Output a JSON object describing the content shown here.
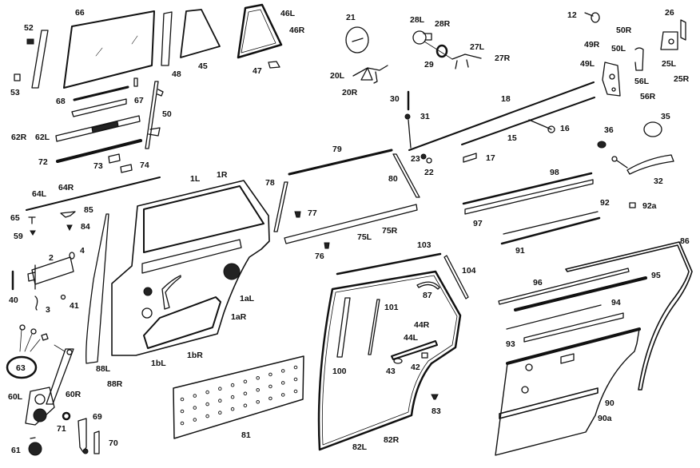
{
  "diagram": {
    "title": "Rear door exploded parts diagram",
    "highlight_color": "#000000",
    "callouts": [
      {
        "id": "66",
        "label": "66"
      },
      {
        "id": "52",
        "label": "52"
      },
      {
        "id": "53",
        "label": "53"
      },
      {
        "id": "45",
        "label": "45"
      },
      {
        "id": "48",
        "label": "48"
      },
      {
        "id": "68",
        "label": "68"
      },
      {
        "id": "67",
        "label": "67"
      },
      {
        "id": "50",
        "label": "50"
      },
      {
        "id": "62R",
        "label": "62R"
      },
      {
        "id": "62L",
        "label": "62L"
      },
      {
        "id": "72",
        "label": "72"
      },
      {
        "id": "73",
        "label": "73"
      },
      {
        "id": "74",
        "label": "74"
      },
      {
        "id": "46L",
        "label": "46L"
      },
      {
        "id": "46R",
        "label": "46R"
      },
      {
        "id": "47",
        "label": "47"
      },
      {
        "id": "21",
        "label": "21"
      },
      {
        "id": "20L",
        "label": "20L"
      },
      {
        "id": "20R",
        "label": "20R"
      },
      {
        "id": "28L",
        "label": "28L"
      },
      {
        "id": "28R",
        "label": "28R"
      },
      {
        "id": "29",
        "label": "29"
      },
      {
        "id": "27L",
        "label": "27L"
      },
      {
        "id": "27R",
        "label": "27R"
      },
      {
        "id": "12",
        "label": "12"
      },
      {
        "id": "26",
        "label": "26"
      },
      {
        "id": "50R",
        "label": "50R"
      },
      {
        "id": "50L",
        "label": "50L"
      },
      {
        "id": "49R",
        "label": "49R"
      },
      {
        "id": "49L",
        "label": "49L"
      },
      {
        "id": "25L",
        "label": "25L"
      },
      {
        "id": "25R",
        "label": "25R"
      },
      {
        "id": "56L",
        "label": "56L"
      },
      {
        "id": "56R",
        "label": "56R"
      },
      {
        "id": "30",
        "label": "30"
      },
      {
        "id": "31",
        "label": "31"
      },
      {
        "id": "18",
        "label": "18"
      },
      {
        "id": "16",
        "label": "16"
      },
      {
        "id": "15",
        "label": "15"
      },
      {
        "id": "17",
        "label": "17"
      },
      {
        "id": "23",
        "label": "23"
      },
      {
        "id": "22",
        "label": "22"
      },
      {
        "id": "35",
        "label": "35"
      },
      {
        "id": "36",
        "label": "36"
      },
      {
        "id": "32",
        "label": "32"
      },
      {
        "id": "79",
        "label": "79"
      },
      {
        "id": "80",
        "label": "80"
      },
      {
        "id": "78",
        "label": "78"
      },
      {
        "id": "77",
        "label": "77"
      },
      {
        "id": "75L",
        "label": "75L"
      },
      {
        "id": "75R",
        "label": "75R"
      },
      {
        "id": "76",
        "label": "76"
      },
      {
        "id": "98",
        "label": "98"
      },
      {
        "id": "97",
        "label": "97"
      },
      {
        "id": "92",
        "label": "92"
      },
      {
        "id": "92a",
        "label": "92a"
      },
      {
        "id": "91",
        "label": "91"
      },
      {
        "id": "1L",
        "label": "1L"
      },
      {
        "id": "1R",
        "label": "1R"
      },
      {
        "id": "64L",
        "label": "64L"
      },
      {
        "id": "64R",
        "label": "64R"
      },
      {
        "id": "65",
        "label": "65"
      },
      {
        "id": "85",
        "label": "85"
      },
      {
        "id": "84",
        "label": "84"
      },
      {
        "id": "59",
        "label": "59"
      },
      {
        "id": "2",
        "label": "2"
      },
      {
        "id": "4",
        "label": "4"
      },
      {
        "id": "40",
        "label": "40"
      },
      {
        "id": "3",
        "label": "3"
      },
      {
        "id": "41",
        "label": "41"
      },
      {
        "id": "1aL",
        "label": "1aL"
      },
      {
        "id": "1aR",
        "label": "1aR"
      },
      {
        "id": "1bL",
        "label": "1bL"
      },
      {
        "id": "1bR",
        "label": "1bR"
      },
      {
        "id": "88L",
        "label": "88L"
      },
      {
        "id": "88R",
        "label": "88R"
      },
      {
        "id": "63",
        "label": "63"
      },
      {
        "id": "60L",
        "label": "60L"
      },
      {
        "id": "60R",
        "label": "60R"
      },
      {
        "id": "71",
        "label": "71"
      },
      {
        "id": "69",
        "label": "69"
      },
      {
        "id": "70",
        "label": "70"
      },
      {
        "id": "61",
        "label": "61"
      },
      {
        "id": "81",
        "label": "81"
      },
      {
        "id": "103",
        "label": "103"
      },
      {
        "id": "104",
        "label": "104"
      },
      {
        "id": "87",
        "label": "87"
      },
      {
        "id": "101",
        "label": "101"
      },
      {
        "id": "44R",
        "label": "44R"
      },
      {
        "id": "44L",
        "label": "44L"
      },
      {
        "id": "100",
        "label": "100"
      },
      {
        "id": "43",
        "label": "43"
      },
      {
        "id": "42",
        "label": "42"
      },
      {
        "id": "83",
        "label": "83"
      },
      {
        "id": "82L",
        "label": "82L"
      },
      {
        "id": "82R",
        "label": "82R"
      },
      {
        "id": "86",
        "label": "86"
      },
      {
        "id": "96",
        "label": "96"
      },
      {
        "id": "95",
        "label": "95"
      },
      {
        "id": "94",
        "label": "94"
      },
      {
        "id": "93",
        "label": "93"
      },
      {
        "id": "90",
        "label": "90"
      },
      {
        "id": "90a",
        "label": "90a"
      }
    ]
  }
}
